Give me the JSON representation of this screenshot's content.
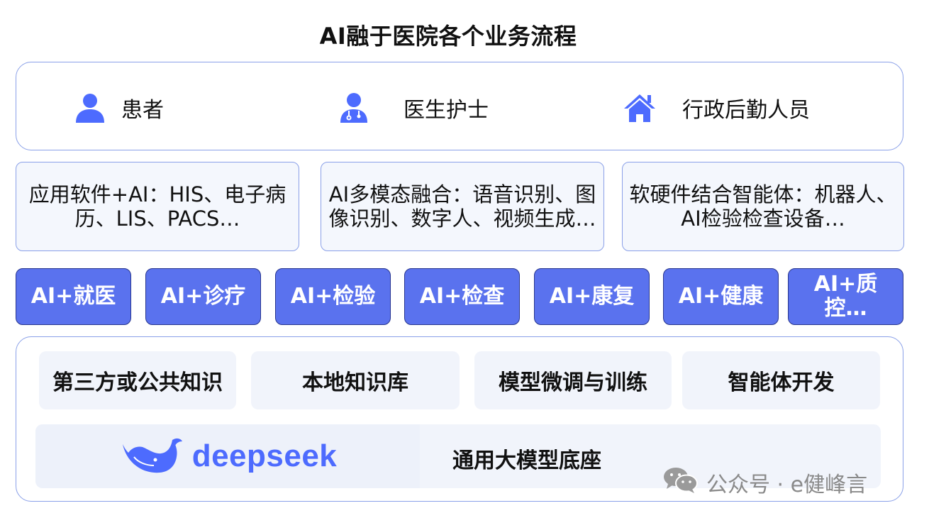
{
  "title": "AI融于医院各个业务流程",
  "roles": [
    {
      "label": "患者",
      "icon": "user-icon"
    },
    {
      "label": "医生护士",
      "icon": "doctor-icon"
    },
    {
      "label": "行政后勤人员",
      "icon": "home-icon"
    }
  ],
  "apps": [
    {
      "text": "应用软件+AI：HIS、电子病历、LIS、PACS…"
    },
    {
      "text": "AI多模态融合：语音识别、图像识别、数字人、视频生成…"
    },
    {
      "text": "软硬件结合智能体：机器人、AI检验检查设备…"
    }
  ],
  "scenarios": [
    "AI+就医",
    "AI+诊疗",
    "AI+检验",
    "AI+检查",
    "AI+康复",
    "AI+健康",
    "AI+质控…"
  ],
  "capabilities": [
    "第三方或公共知识",
    "本地知识库",
    "模型微调与训练",
    "智能体开发"
  ],
  "base": {
    "logo_text": "deepseek",
    "label": "通用大模型底座"
  },
  "watermark": {
    "text": "公众号 · e健峰言",
    "icon": "wechat-icon"
  },
  "colors": {
    "accent": "#5a72ee",
    "border": "#8aa0e8",
    "deepseek": "#4d6bfe",
    "pill_border": "#27358d"
  }
}
